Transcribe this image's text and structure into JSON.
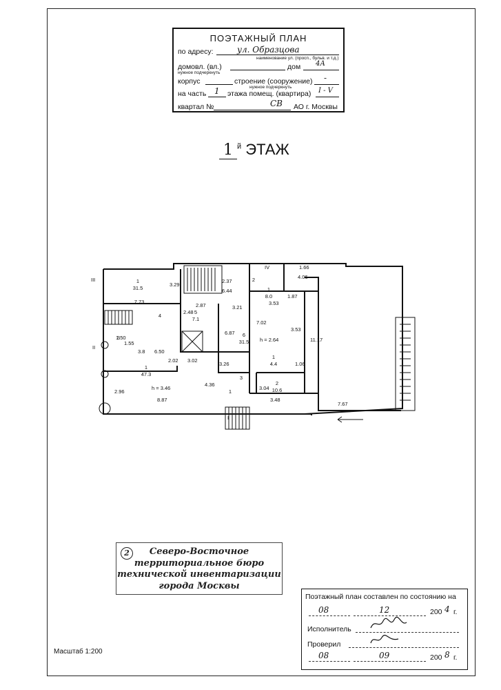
{
  "header": {
    "title": "ПОЭТАЖНЫЙ ПЛАН",
    "address_label": "по адресу:",
    "address_value": "ул. Образцова",
    "address_hint": "наименование ул. (просп., бульв. и т.д.)",
    "domovl_label": "домовл. (вл.)",
    "dom_label": "дом",
    "dom_value": "4А",
    "hint_underline": "нужное подчеркнуть",
    "korpus_label": "корпус",
    "stroenie_label": "строение (сооружение)",
    "stroenie_value": "-",
    "hint_underline2": "нужное подчеркнуть",
    "chast_label1": "на часть",
    "chast_value": "1",
    "chast_label2": "этажа помещ. (квартира)",
    "kvartira_value": "I - V",
    "kvartal_label": "квартал №",
    "ao_value": "СВ",
    "ao_label": "АО г. Москвы"
  },
  "floor": {
    "number": "1",
    "suffix": "й",
    "word": "ЭТАЖ"
  },
  "plan": {
    "rooms": [
      {
        "num": "1",
        "area": "31.5"
      },
      {
        "num": "1",
        "area": "47.3"
      },
      {
        "num": "2",
        "area": "10.6"
      },
      {
        "num": "3",
        "area": ""
      },
      {
        "num": "4",
        "area": ""
      },
      {
        "num": "5",
        "area": "7.1"
      },
      {
        "num": "6",
        "area": "31.5"
      },
      {
        "num": "1",
        "area": "8.0"
      },
      {
        "num": "1",
        "area": "4.4"
      },
      {
        "num": "2",
        "area": ""
      },
      {
        "num": "3",
        "area": ""
      },
      {
        "num": "1",
        "area": ""
      }
    ],
    "dims": [
      "7.73",
      "3.29",
      "2.37",
      "6.44",
      "4.06",
      "1.66",
      "1.87",
      "3.53",
      "3.21",
      "2.87",
      "2.48",
      "7.02",
      "3.53",
      "6.87",
      "1.50",
      "1.55",
      "3.8",
      "6.50",
      "2.02",
      "3.02",
      "3.26",
      "1.06",
      "3.04",
      "3.48",
      "2.96",
      "8.87",
      "4.36",
      "11.17",
      "7.67"
    ],
    "heights": [
      "h = 3.46",
      "h = 2.64"
    ],
    "roman": [
      "III",
      "II",
      "IV",
      "I"
    ]
  },
  "stamp": {
    "number": "2",
    "lines": [
      "Северо-Восточное",
      "территориальное бюро",
      "технической инвентаризации",
      "города Москвы"
    ]
  },
  "state_box": {
    "title": "Поэтажный план составлен по состоянию на",
    "day1": "08",
    "month1": "12",
    "year_prefix1": "200",
    "year_digit1": "4",
    "year_suffix1": "г.",
    "executor_label": "Исполнитель",
    "checked_label": "Проверил",
    "day2": "08",
    "month2": "09",
    "year_prefix2": "200",
    "year_digit2": "8",
    "year_suffix2": "г."
  },
  "scale": "Масштаб 1:200"
}
